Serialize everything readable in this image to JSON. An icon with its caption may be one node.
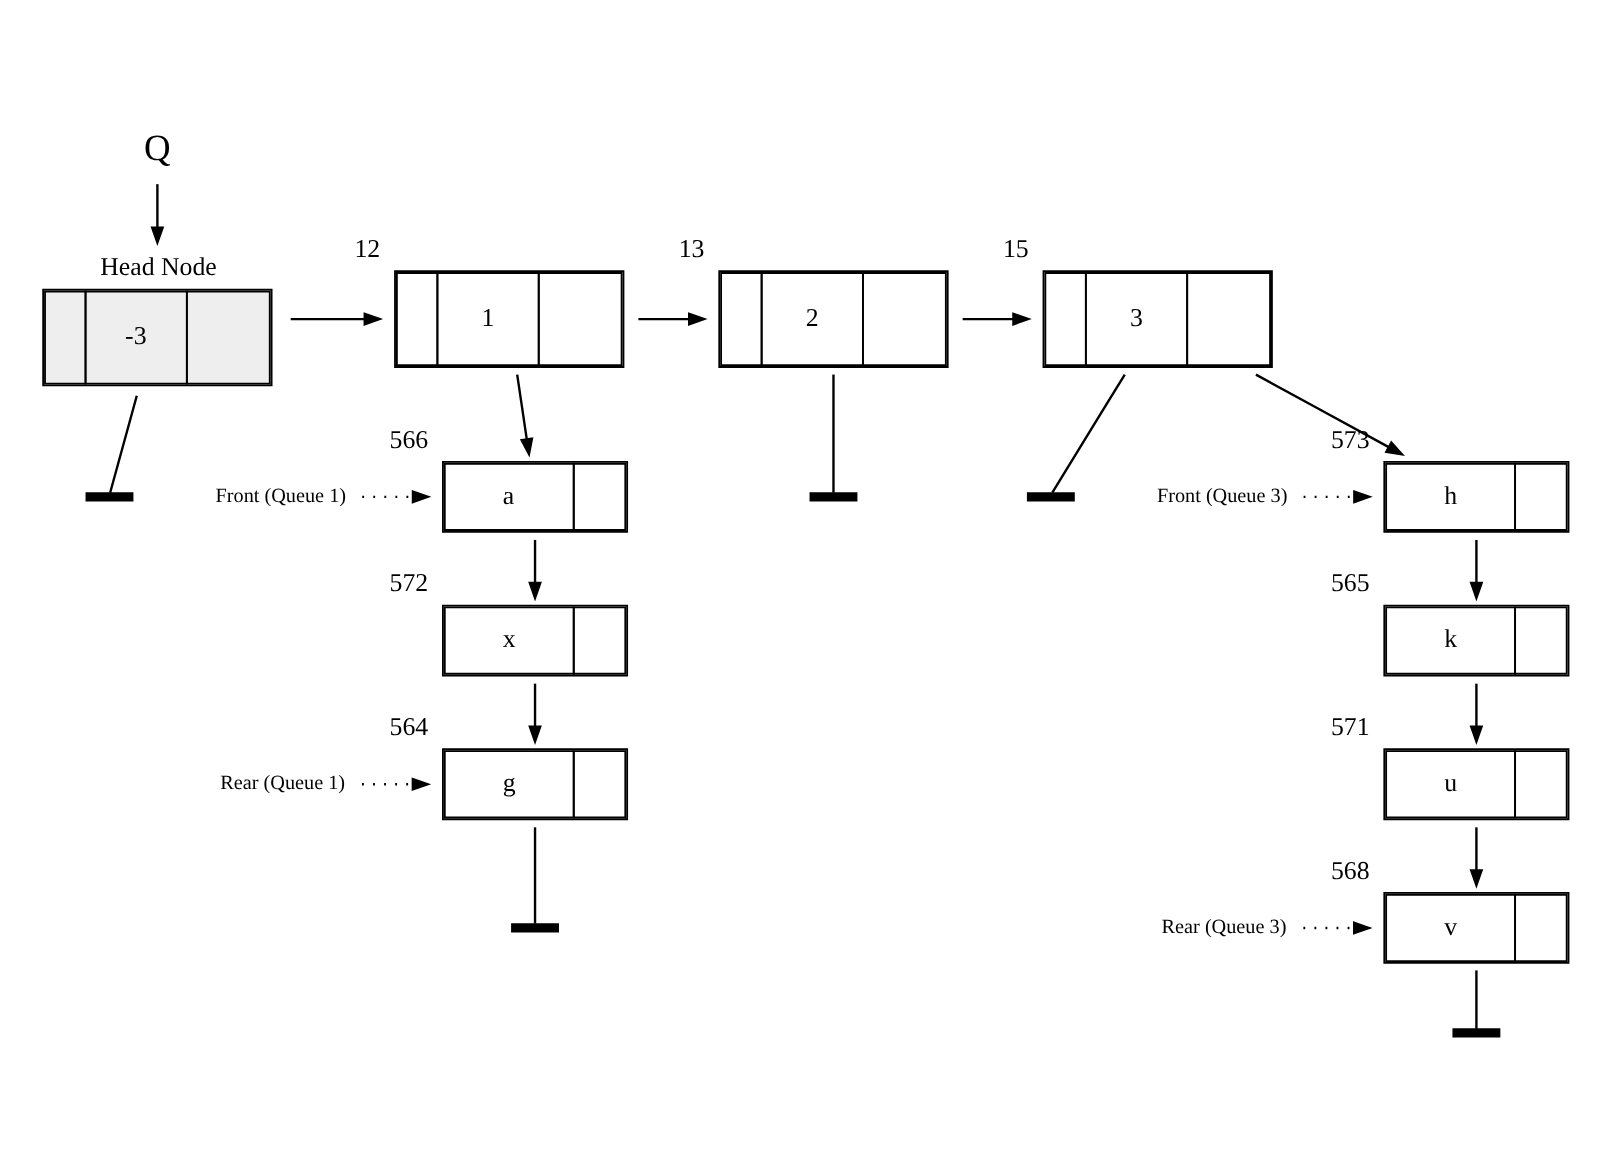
{
  "diagram": {
    "nodes": [
      {
        "text": [
          "Q"
        ]
      },
      {
        "text": [
          "Head Node",
          "-3"
        ]
      },
      {
        "text": [
          "1"
        ],
        "beside": [
          "12"
        ]
      },
      {
        "text": [
          "2"
        ],
        "beside": [
          "13"
        ]
      },
      {
        "text": [
          "3"
        ],
        "beside": [
          "15"
        ]
      },
      {
        "text": [
          "Front (Queue 1)"
        ]
      },
      {
        "text": [
          "a"
        ],
        "beside": [
          "566"
        ]
      },
      {
        "text": [
          "x"
        ],
        "beside": [
          "572"
        ]
      },
      {
        "text": [
          "Rear (Queue 1)"
        ]
      },
      {
        "text": [
          "g"
        ],
        "beside": [
          "564"
        ]
      },
      {
        "text": [
          "Front (Queue 3)"
        ]
      },
      {
        "text": [
          "h"
        ],
        "beside": [
          "573"
        ]
      },
      {
        "text": [
          "k"
        ],
        "beside": [
          "565"
        ]
      },
      {
        "text": [
          "u"
        ],
        "beside": [
          "571"
        ]
      },
      {
        "text": [
          "Rear (Queue 3)"
        ]
      },
      {
        "text": [
          "v"
        ],
        "beside": [
          "568"
        ]
      },
      {
        "text": [],
        "shape": "bar"
      },
      {
        "text": [],
        "shape": "bar"
      },
      {
        "text": [],
        "shape": "bar"
      },
      {
        "text": [],
        "shape": "bar"
      },
      {
        "text": [],
        "shape": "bar"
      }
    ],
    "edges": [
      {
        "from": 0,
        "to": 1,
        "arrow": "to"
      },
      {
        "from": 1,
        "to": 2,
        "arrow": "to"
      },
      {
        "from": 2,
        "to": 3,
        "arrow": "to"
      },
      {
        "from": 3,
        "to": 4,
        "arrow": "to"
      },
      {
        "from": 1,
        "to": 16,
        "arrow": "none"
      },
      {
        "from": 2,
        "to": 6,
        "arrow": "to"
      },
      {
        "from": 3,
        "to": 17,
        "arrow": "none"
      },
      {
        "from": 4,
        "to": 11,
        "arrow": "to"
      },
      {
        "from": 4,
        "to": 18,
        "arrow": "none"
      },
      {
        "from": 5,
        "to": 6,
        "arrow": "to",
        "style": "dashed"
      },
      {
        "from": 6,
        "to": 7,
        "arrow": "to"
      },
      {
        "from": 7,
        "to": 9,
        "arrow": "to"
      },
      {
        "from": 8,
        "to": 9,
        "arrow": "to",
        "style": "dashed"
      },
      {
        "from": 9,
        "to": 19,
        "arrow": "none"
      },
      {
        "from": 10,
        "to": 11,
        "arrow": "to",
        "style": "dashed"
      },
      {
        "from": 11,
        "to": 12,
        "arrow": "to"
      },
      {
        "from": 12,
        "to": 13,
        "arrow": "to"
      },
      {
        "from": 13,
        "to": 15,
        "arrow": "to"
      },
      {
        "from": 14,
        "to": 15,
        "arrow": "to",
        "style": "dashed"
      },
      {
        "from": 15,
        "to": 20,
        "arrow": "none"
      }
    ]
  }
}
